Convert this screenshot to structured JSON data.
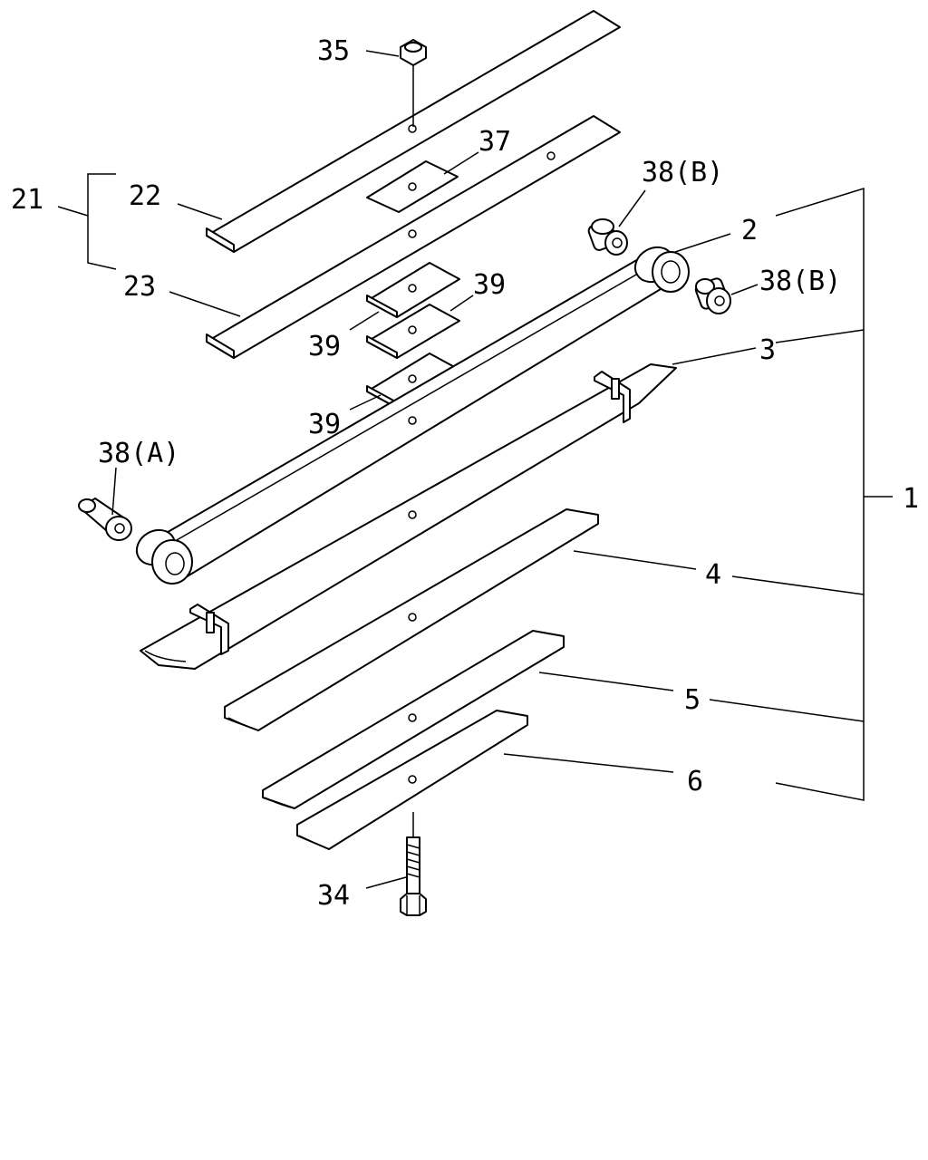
{
  "labels": {
    "l35": "35",
    "l37": "37",
    "l38b_top": "38(B)",
    "l21": "21",
    "l22": "22",
    "l2": "2",
    "l23": "23",
    "l38b_right": "38(B)",
    "l39_a": "39",
    "l39_b": "39",
    "l3": "3",
    "l39_c": "39",
    "l38a": "38(A)",
    "l1": "1",
    "l4": "4",
    "l5": "5",
    "l6": "6",
    "l34": "34"
  }
}
